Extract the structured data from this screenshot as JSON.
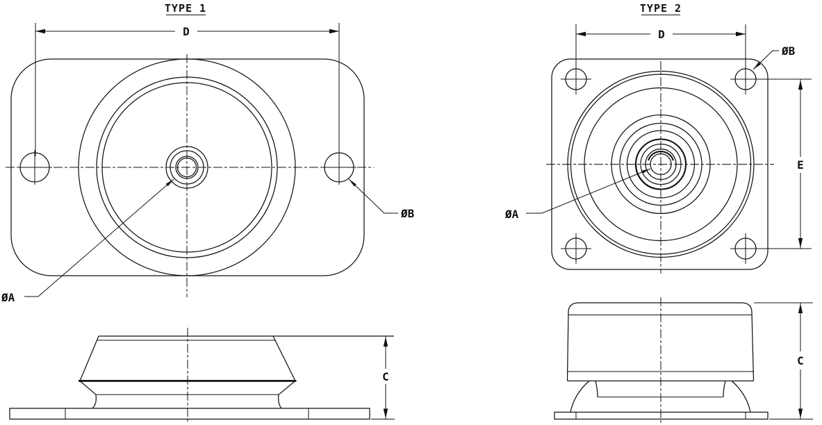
{
  "colors": {
    "line": "#111111",
    "background": "#ffffff"
  },
  "type1": {
    "title": "TYPE 1",
    "dim_d": "D",
    "dim_b": "ØB",
    "dim_a": "ØA",
    "dim_c": "C"
  },
  "type2": {
    "title": "TYPE 2",
    "dim_d": "D",
    "dim_b": "ØB",
    "dim_a": "ØA",
    "dim_e": "E",
    "dim_c": "C"
  }
}
